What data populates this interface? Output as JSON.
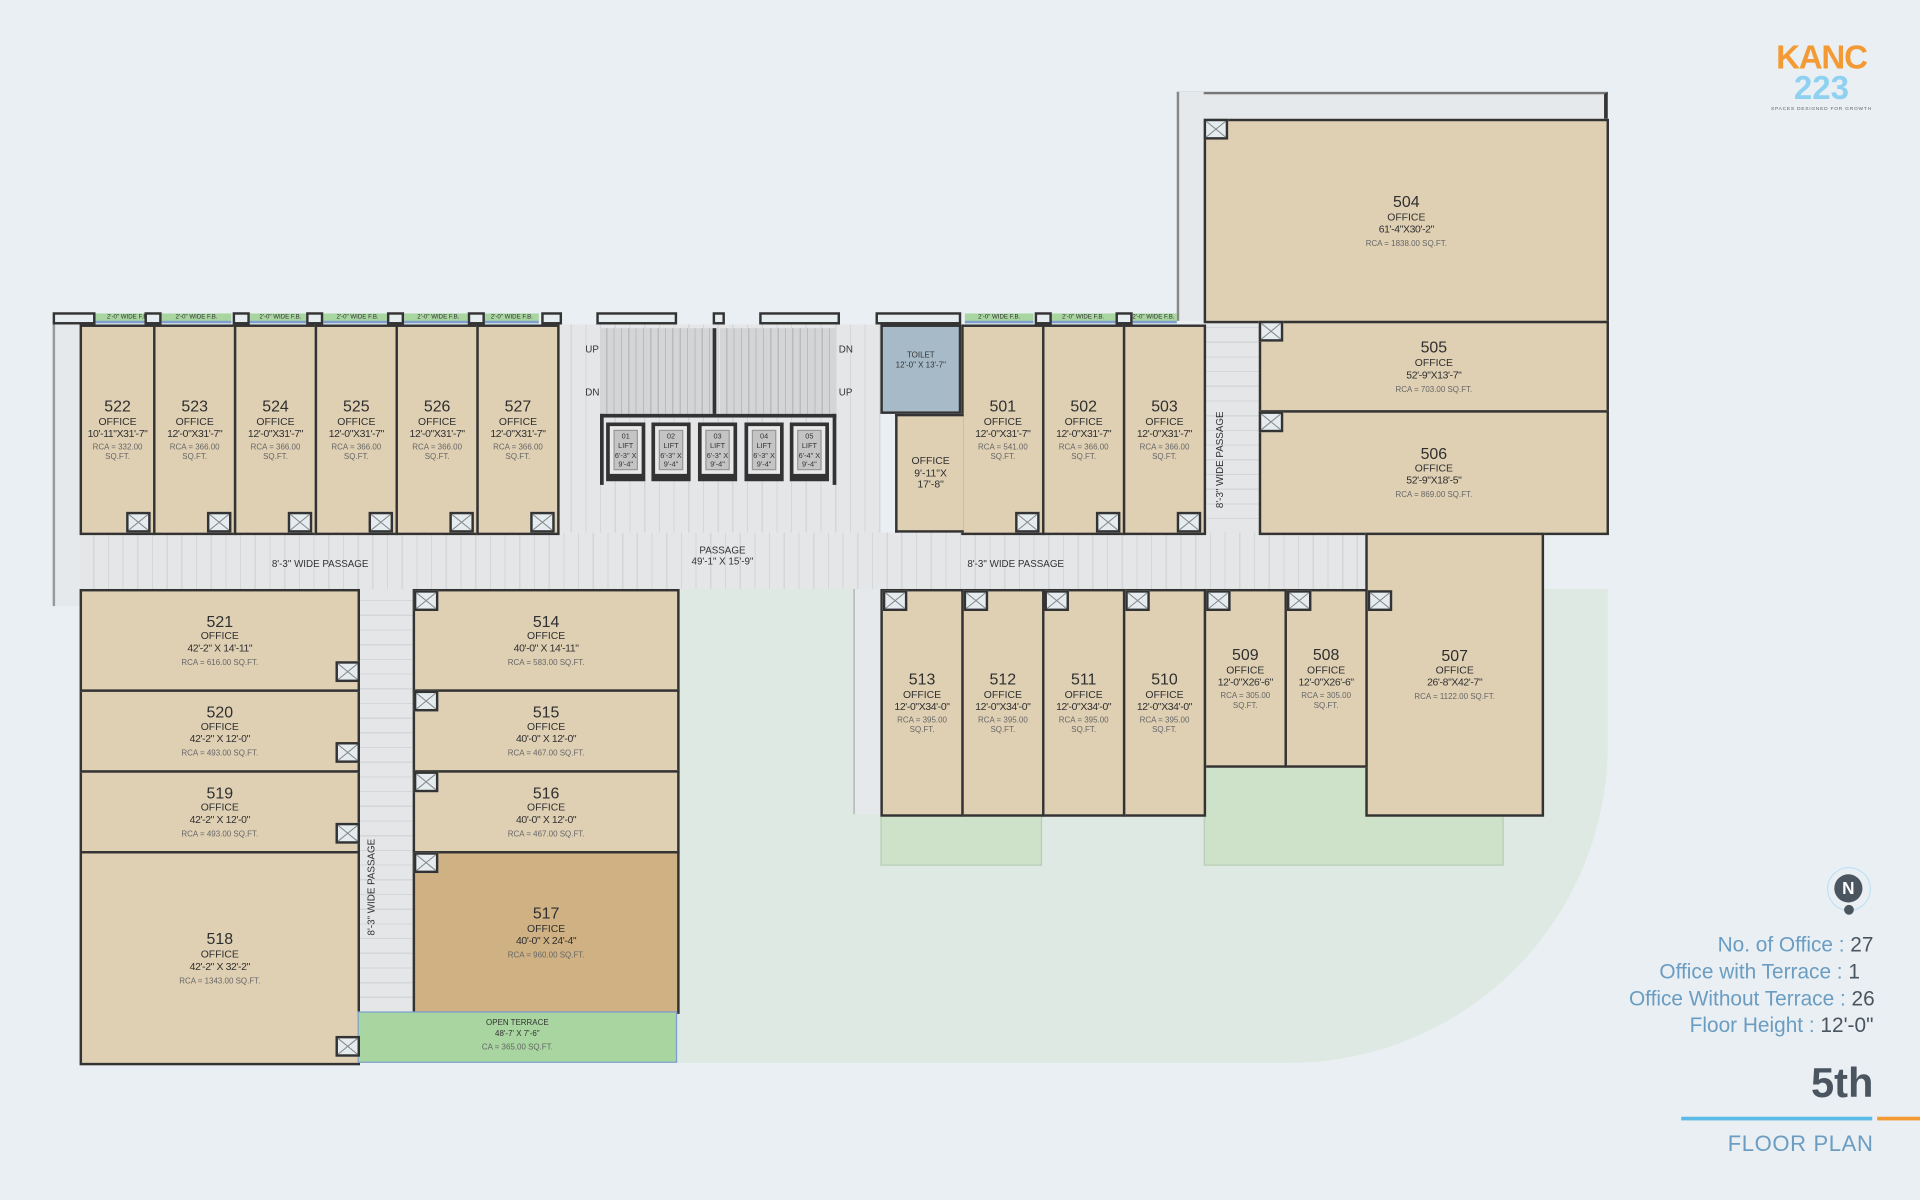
{
  "logo": {
    "brand": "KANC",
    "number": "223",
    "tagline": "SPACES DESIGNED FOR GROWTH"
  },
  "rooms": [
    {
      "no": "522",
      "type": "OFFICE",
      "size": "10'-11\"X31'-7\"",
      "rca": "RCA = 332.00 SQ.FT."
    },
    {
      "no": "523",
      "type": "OFFICE",
      "size": "12'-0\"X31'-7\"",
      "rca": "RCA = 366.00 SQ.FT."
    },
    {
      "no": "524",
      "type": "OFFICE",
      "size": "12'-0\"X31'-7\"",
      "rca": "RCA = 366.00 SQ.FT."
    },
    {
      "no": "525",
      "type": "OFFICE",
      "size": "12'-0\"X31'-7\"",
      "rca": "RCA = 366.00 SQ.FT."
    },
    {
      "no": "526",
      "type": "OFFICE",
      "size": "12'-0\"X31'-7\"",
      "rca": "RCA = 366.00 SQ.FT."
    },
    {
      "no": "527",
      "type": "OFFICE",
      "size": "12'-0\"X31'-7\"",
      "rca": "RCA = 366.00 SQ.FT."
    },
    {
      "no": "501",
      "type": "OFFICE",
      "size": "12'-0\"X31'-7\"",
      "rca": "RCA = 541.00 SQ.FT."
    },
    {
      "no": "502",
      "type": "OFFICE",
      "size": "12'-0\"X31'-7\"",
      "rca": "RCA = 366.00 SQ.FT."
    },
    {
      "no": "503",
      "type": "OFFICE",
      "size": "12'-0\"X31'-7\"",
      "rca": "RCA = 366.00 SQ.FT."
    },
    {
      "no": "504",
      "type": "OFFICE",
      "size": "61'-4\"X30'-2\"",
      "rca": "RCA = 1838.00 SQ.FT."
    },
    {
      "no": "505",
      "type": "OFFICE",
      "size": "52'-9\"X13'-7\"",
      "rca": "RCA = 703.00 SQ.FT."
    },
    {
      "no": "506",
      "type": "OFFICE",
      "size": "52'-9\"X18'-5\"",
      "rca": "RCA = 869.00 SQ.FT."
    },
    {
      "no": "507",
      "type": "OFFICE",
      "size": "26'-8\"X42'-7\"",
      "rca": "RCA = 1122.00 SQ.FT."
    },
    {
      "no": "508",
      "type": "OFFICE",
      "size": "12'-0\"X26'-6\"",
      "rca": "RCA = 305.00 SQ.FT."
    },
    {
      "no": "509",
      "type": "OFFICE",
      "size": "12'-0\"X26'-6\"",
      "rca": "RCA = 305.00 SQ.FT."
    },
    {
      "no": "510",
      "type": "OFFICE",
      "size": "12'-0\"X34'-0\"",
      "rca": "RCA = 395.00 SQ.FT."
    },
    {
      "no": "511",
      "type": "OFFICE",
      "size": "12'-0\"X34'-0\"",
      "rca": "RCA = 395.00 SQ.FT."
    },
    {
      "no": "512",
      "type": "OFFICE",
      "size": "12'-0\"X34'-0\"",
      "rca": "RCA = 395.00 SQ.FT."
    },
    {
      "no": "513",
      "type": "OFFICE",
      "size": "12'-0\"X34'-0\"",
      "rca": "RCA = 395.00 SQ.FT."
    },
    {
      "no": "514",
      "type": "OFFICE",
      "size": "40'-0\" X 14'-11\"",
      "rca": "RCA = 583.00 SQ.FT."
    },
    {
      "no": "515",
      "type": "OFFICE",
      "size": "40'-0\" X 12'-0\"",
      "rca": "RCA = 467.00 SQ.FT."
    },
    {
      "no": "516",
      "type": "OFFICE",
      "size": "40'-0\" X 12'-0\"",
      "rca": "RCA = 467.00 SQ.FT."
    },
    {
      "no": "517",
      "type": "OFFICE",
      "size": "40'-0\" X 24'-4\"",
      "rca": "RCA = 960.00 SQ.FT."
    },
    {
      "no": "518",
      "type": "OFFICE",
      "size": "42'-2\" X 32'-2\"",
      "rca": "RCA = 1343.00 SQ.FT."
    },
    {
      "no": "519",
      "type": "OFFICE",
      "size": "42'-2\" X 12'-0\"",
      "rca": "RCA = 493.00 SQ.FT."
    },
    {
      "no": "520",
      "type": "OFFICE",
      "size": "42'-2\" X 12'-0\"",
      "rca": "RCA = 493.00 SQ.FT."
    },
    {
      "no": "521",
      "type": "OFFICE",
      "size": "42'-2\" X 14'-11\"",
      "rca": "RCA = 616.00 SQ.FT."
    }
  ],
  "small_office": {
    "type": "OFFICE",
    "size": "9'-11\"X 17'-8\""
  },
  "toilet": {
    "label": "TOILET",
    "size": "12'-0\" X 13'-7\""
  },
  "open_terrace": {
    "label": "OPEN TERRACE",
    "size": "48'-7' X 7'-6\"",
    "ca": "CA = 365.00 SQ.FT."
  },
  "lifts": [
    {
      "no": "01",
      "label": "LIFT",
      "size": "6'-3\" X 9'-4\""
    },
    {
      "no": "02",
      "label": "LIFT",
      "size": "6'-3\" X 9'-4\""
    },
    {
      "no": "03",
      "label": "LIFT",
      "size": "6'-3\" X 9'-4\""
    },
    {
      "no": "04",
      "label": "LIFT",
      "size": "6'-3\" X 9'-4\""
    },
    {
      "no": "05",
      "label": "LIFT",
      "size": "6'-4\" X 9'-4\""
    }
  ],
  "stairs": {
    "left_top": "UP",
    "left_bottom": "DN",
    "right_top": "DN",
    "right_bottom": "UP"
  },
  "fb_label": "2'-0\" WIDE F.B.",
  "passages": {
    "left": "8'-3\" WIDE PASSAGE",
    "center_title": "PASSAGE",
    "center_size": "49'-1\" X 15'-9\"",
    "right": "8'-3\" WIDE PASSAGE",
    "vertical_left": "8'-3\" WIDE PASSAGE",
    "vertical_right": "8'-3\" WIDE PASSAGE"
  },
  "compass": "N",
  "stats": [
    {
      "label": "No. of Office :",
      "value": "27"
    },
    {
      "label": "Office with Terrace :",
      "value": "1"
    },
    {
      "label": "Office Without Terrace :",
      "value": "26"
    },
    {
      "label": "Floor Height :",
      "value": "12'-0\""
    }
  ],
  "floor": {
    "number": "5th",
    "title": "FLOOR PLAN"
  },
  "colors": {
    "office": "#dfd0b4",
    "terrace_office": "#cfb183",
    "terrace": "#a8d5a0",
    "accent_orange": "#f39a34",
    "accent_blue": "#5bbbe6"
  }
}
